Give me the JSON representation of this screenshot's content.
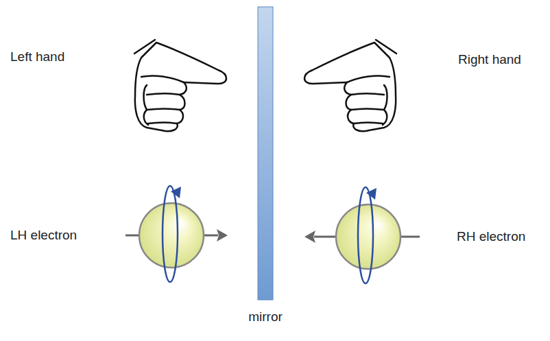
{
  "diagram": {
    "labels": [
      "Left hand",
      "Right hand",
      "LH electron",
      "RH electron",
      "mirror"
    ]
  }
}
